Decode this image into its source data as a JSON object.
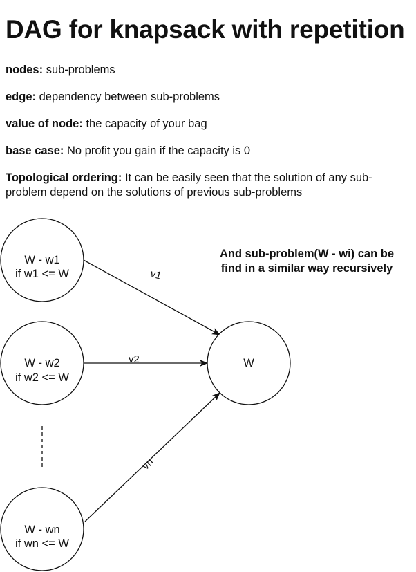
{
  "title": "DAG for knapsack with repetition",
  "definitions": [
    {
      "term": "nodes:",
      "text": "sub-problems"
    },
    {
      "term": "edge:",
      "text": "dependency between sub-problems"
    },
    {
      "term": "value of node:",
      "text": "the capacity of your bag"
    },
    {
      "term": "base case:",
      "text": "No profit you gain if the capacity is 0"
    },
    {
      "term": "Topological ordering:",
      "text": "It can be easily seen that the solution of any sub-problem depend on the solutions of previous sub-problems"
    }
  ],
  "diagram": {
    "nodes": [
      {
        "id": "n1",
        "line1": "W - w1",
        "line2": "if w1 <= W"
      },
      {
        "id": "n2",
        "line1": "W - w2",
        "line2": "if w2 <= W"
      },
      {
        "id": "n3",
        "line1": "W - wn",
        "line2": "if wn <= W"
      },
      {
        "id": "target",
        "line1": "W"
      }
    ],
    "edges": [
      {
        "from": "n1",
        "to": "target",
        "label": "v1"
      },
      {
        "from": "n2",
        "to": "target",
        "label": "v2"
      },
      {
        "from": "n3",
        "to": "target",
        "label": "vn"
      }
    ],
    "note": {
      "line1": "And sub-problem(W - wi) can be",
      "line2": "find in a similar way recursively"
    }
  }
}
